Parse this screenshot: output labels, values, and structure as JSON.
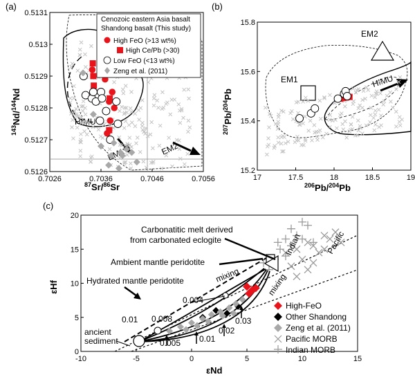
{
  "colors": {
    "red": "#e8141b",
    "gray": "#a8a8a8",
    "lightgray": "#c4c4c4",
    "black": "#000000"
  },
  "chart_data": [
    {
      "panel": "(a)",
      "type": "scatter",
      "xlabel_base": "Sr/",
      "xlabel_sup1": "87",
      "xlabel_sup2": "86",
      "xlabel_tail": "Sr",
      "ylabel_sup1": "143",
      "ylabel_mid": "Nd/",
      "ylabel_sup2": "144",
      "ylabel_tail": "Nd",
      "xlim": [
        0.7026,
        0.7056
      ],
      "ylim": [
        0.5126,
        0.5131
      ],
      "xticks": [
        "0.7026",
        "0.7036",
        "0.7046",
        "0.7056"
      ],
      "yticks": [
        "0.5126",
        "0.5127",
        "0.5128",
        "0.5129",
        "0.513",
        "0.5131"
      ],
      "labels": {
        "himu": "HIMU",
        "em1": "EM1",
        "em2": "EM2"
      },
      "legend": {
        "line1": "Cenozoic eastern Asia basalt",
        "line2": "Shandong basalt (This study)",
        "items": [
          "High FeO (>13 wt%)",
          "High Ce/Pb (>30)",
          "Low FeO (<13 wt%)",
          "Zeng et al. (2011)"
        ]
      },
      "series": [
        {
          "name": "High FeO (>13 wt%)",
          "marker": "circle-red",
          "points": [
            [
              0.70343,
              0.51292
            ],
            [
              0.70376,
              0.51282
            ],
            [
              0.70386,
              0.5128
            ],
            [
              0.70382,
              0.51285
            ],
            [
              0.70372,
              0.51272
            ],
            [
              0.70378,
              0.51276
            ],
            [
              0.70368,
              0.51289
            ]
          ]
        },
        {
          "name": "High Ce/Pb (>30)",
          "marker": "square-red",
          "points": [
            [
              0.70344,
              0.51294
            ],
            [
              0.70345,
              0.5129
            ],
            [
              0.70346,
              0.51287
            ],
            [
              0.70377,
              0.51283
            ],
            [
              0.70376,
              0.51273
            ]
          ]
        },
        {
          "name": "Low FeO (<13 wt%)",
          "marker": "circle-open",
          "points": [
            [
              0.70326,
              0.5129
            ],
            [
              0.7033,
              0.51284
            ],
            [
              0.70342,
              0.51283
            ],
            [
              0.70345,
              0.51285
            ],
            [
              0.7035,
              0.51282
            ],
            [
              0.7036,
              0.51285
            ],
            [
              0.70362,
              0.51283
            ],
            [
              0.7037,
              0.51279
            ],
            [
              0.70358,
              0.51276
            ],
            [
              0.70393,
              0.51275
            ],
            [
              0.70378,
              0.5127
            ],
            [
              0.7039,
              0.51282
            ]
          ]
        },
        {
          "name": "Zeng et al. (2011)",
          "marker": "diamond-gray",
          "points": [
            [
              0.70325,
              0.51291
            ],
            [
              0.70345,
              0.51278
            ],
            [
              0.7038,
              0.51265
            ],
            [
              0.70398,
              0.51266
            ],
            [
              0.70402,
              0.51265
            ],
            [
              0.7041,
              0.51267
            ],
            [
              0.7042,
              0.51266
            ],
            [
              0.70395,
              0.51261
            ],
            [
              0.70385,
              0.51269
            ],
            [
              0.70375,
              0.51262
            ],
            [
              0.7043,
              0.51263
            ],
            [
              0.7036,
              0.51268
            ]
          ]
        }
      ]
    },
    {
      "panel": "(b)",
      "type": "scatter",
      "xlabel_sup1": "206",
      "xlabel_mid": "Pb/",
      "xlabel_sup2": "204",
      "xlabel_tail": "Pb",
      "ylabel_sup1": "207",
      "ylabel_mid": "Pb/",
      "ylabel_sup2": "204",
      "ylabel_tail": "Pb",
      "xlim": [
        17,
        19
      ],
      "ylim": [
        15.2,
        15.8
      ],
      "xticks": [
        "17",
        "17.5",
        "18",
        "18.5",
        "19"
      ],
      "yticks": [
        "15.2",
        "15.4",
        "15.6",
        "15.8"
      ],
      "labels": {
        "em1": "EM1",
        "em2": "EM2",
        "himu": "HIMU"
      },
      "endmembers": {
        "EM1": [
          17.6,
          15.5
        ],
        "EM2": [
          18.58,
          15.67
        ]
      },
      "series": [
        {
          "name": "High FeO",
          "marker": "circle-red",
          "points": [
            [
              18.1,
              15.49
            ],
            [
              18.18,
              15.495
            ]
          ]
        },
        {
          "name": "High Ce/Pb",
          "marker": "square-red",
          "points": [
            [
              18.12,
              15.493
            ],
            [
              18.2,
              15.497
            ]
          ]
        },
        {
          "name": "Low FeO",
          "marker": "circle-open",
          "points": [
            [
              17.55,
              15.41
            ],
            [
              17.7,
              15.43
            ],
            [
              17.75,
              15.45
            ],
            [
              18.05,
              15.49
            ],
            [
              18.13,
              15.51
            ],
            [
              18.15,
              15.52
            ],
            [
              18.17,
              15.5
            ]
          ]
        }
      ]
    },
    {
      "panel": "(c)",
      "type": "scatter",
      "xlabel": "εNd",
      "ylabel": "εHf",
      "xlim": [
        -10,
        15
      ],
      "ylim": [
        0,
        20
      ],
      "xticks": [
        "-10",
        "-5",
        "0",
        "5",
        "10",
        "15"
      ],
      "yticks": [
        "0",
        "5",
        "10",
        "15",
        "20"
      ],
      "annotations": {
        "carb1": "Carbonatitic melt derived",
        "carb2": "from carbonated eclogite",
        "ambient": "Ambient mantle peridotite",
        "hydrated": "Hydrated mantle peridotite",
        "ancient1": "ancient",
        "ancient2": "sediment",
        "mixing1": "mixing",
        "mixing2": "mixing",
        "indian": "Indian",
        "pacific": "Pacific",
        "f004": "0.004",
        "f008": "0.008",
        "f01a": "0.01",
        "f005": "0.005",
        "f01b": "0.01",
        "f02": "0.02",
        "f03": "0.03"
      },
      "legend": {
        "items": [
          "High-FeO",
          "Other Shandong",
          "Zeng et al. (2011)",
          "Pacific MORB",
          "Indian MORB"
        ]
      },
      "endmembers": {
        "ancient_sediment": [
          -4.5,
          1.5
        ],
        "ambient_peridotite": [
          7.5,
          13
        ],
        "carbonated_melt": [
          8.5,
          13
        ]
      },
      "series": [
        {
          "name": "High-FeO",
          "marker": "diamond-red",
          "points": [
            [
              5.0,
              9.5
            ],
            [
              5.5,
              9.0
            ],
            [
              5.2,
              8.5
            ],
            [
              5.8,
              9.3
            ]
          ]
        },
        {
          "name": "Other Shandong",
          "marker": "diamond-black",
          "points": [
            [
              2.2,
              6.0
            ],
            [
              3.2,
              5.6
            ],
            [
              4.2,
              6.6
            ],
            [
              1.0,
              5.0
            ]
          ]
        },
        {
          "name": "Zeng et al. (2011)",
          "marker": "diamond-gray",
          "points": [
            [
              -2.0,
              3.0
            ],
            [
              -1.0,
              3.6
            ],
            [
              0.0,
              4.2
            ],
            [
              1.0,
              4.8
            ],
            [
              1.8,
              5.4
            ],
            [
              2.6,
              5.8
            ],
            [
              3.4,
              6.4
            ],
            [
              4.0,
              7.0
            ],
            [
              0.5,
              3.8
            ],
            [
              -0.5,
              3.2
            ],
            [
              1.5,
              4.4
            ],
            [
              2.8,
              5.2
            ],
            [
              3.8,
              5.6
            ],
            [
              4.6,
              7.6
            ]
          ]
        },
        {
          "name": "Pacific MORB",
          "marker": "x-gray",
          "points": [
            [
              8.5,
              14.5
            ],
            [
              9.5,
              15.0
            ],
            [
              10.5,
              16.0
            ],
            [
              11.0,
              15.5
            ],
            [
              12.0,
              17.0
            ],
            [
              12.5,
              16.5
            ],
            [
              13.0,
              17.5
            ],
            [
              9.0,
              12.5
            ],
            [
              10.0,
              13.5
            ],
            [
              11.5,
              14.5
            ],
            [
              12.0,
              15.0
            ],
            [
              10.5,
              12.0
            ],
            [
              9.5,
              11.0
            ],
            [
              11.0,
              13.0
            ],
            [
              13.5,
              16.0
            ]
          ]
        },
        {
          "name": "Indian MORB",
          "marker": "plus-gray",
          "points": [
            [
              7.0,
              12.0
            ],
            [
              7.5,
              13.5
            ],
            [
              8.0,
              15.0
            ],
            [
              8.5,
              16.5
            ],
            [
              9.0,
              18.0
            ],
            [
              9.5,
              17.0
            ],
            [
              10.0,
              19.0
            ],
            [
              10.5,
              18.5
            ],
            [
              8.5,
              14.0
            ],
            [
              7.8,
              16.0
            ],
            [
              9.0,
              15.5
            ],
            [
              10.0,
              16.5
            ],
            [
              11.0,
              16.0
            ],
            [
              6.5,
              13.0
            ]
          ]
        }
      ]
    }
  ]
}
